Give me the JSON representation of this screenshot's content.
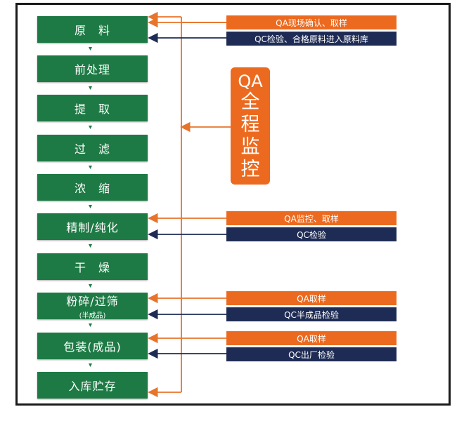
{
  "steps": [
    {
      "label": "原　料"
    },
    {
      "label": "前处理"
    },
    {
      "label": "提　取"
    },
    {
      "label": "过　滤"
    },
    {
      "label": "浓　缩"
    },
    {
      "label": "精制/纯化"
    },
    {
      "label": "干　燥"
    },
    {
      "label": "粉碎/过筛",
      "sub": "(半成品)"
    },
    {
      "label": "包装(成品)"
    },
    {
      "label": "入库贮存"
    }
  ],
  "tags": {
    "raw_qa": "QA现场确认、取样",
    "raw_qc": "QC检验、合格原料进入原料库",
    "refine_qa": "QA监控、取样",
    "refine_qc": "QC检验",
    "crush_qa": "QA取样",
    "crush_qc": "QC半成品检验",
    "pack_qa": "QA取样",
    "pack_qc": "QC出厂检验"
  },
  "monitor": {
    "line1": "QA",
    "line2": "全",
    "line3": "程",
    "line4": "监",
    "line5": "控"
  },
  "colors": {
    "step_green": "#1e7a45",
    "qa_orange": "#ec6a1f",
    "qc_navy": "#1e2c55",
    "connector_orange": "#e8732a",
    "connector_navy": "#1e2c55"
  }
}
